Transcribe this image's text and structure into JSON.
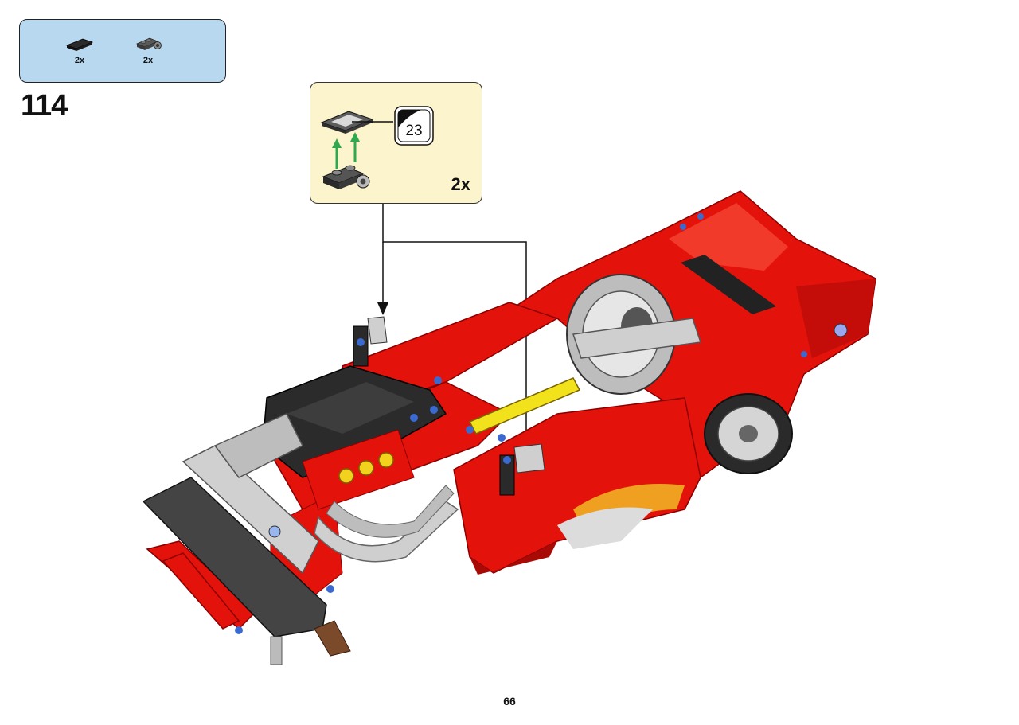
{
  "parts_list": {
    "items": [
      {
        "icon": "black-flat-tile-icon",
        "quantity": "2x"
      },
      {
        "icon": "dark-grey-plate-with-pin-hole-icon",
        "quantity": "2x"
      }
    ]
  },
  "step": {
    "number": "114"
  },
  "callout": {
    "sticker_number": "23",
    "quantity": "2x"
  },
  "colors": {
    "parts_box_bg": "#b8d8f0",
    "callout_bg": "#fcf4cc",
    "model_red": "#e3120b",
    "arrow_green": "#2fa84f"
  },
  "page": {
    "number": "66"
  }
}
